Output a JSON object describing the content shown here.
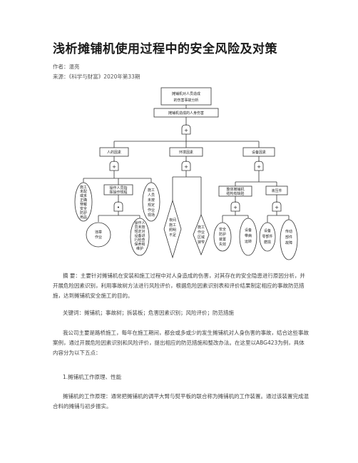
{
  "title": "浅析摊铺机使用过程中的安全风险及对策",
  "author": "作者：温亮",
  "source": "来源：《科学与财富》2020年第33期",
  "diagram": {
    "top_box": [
      "摊铺机对人员造成",
      "的伤害事故分析"
    ],
    "top_event": "摊铺机造成的人身伤害",
    "factors": {
      "human": "人的因素",
      "environment": "环境因素",
      "equipment": "设备因素"
    },
    "human_events": {
      "c1": [
        "施工",
        "未配",
        "或未",
        "正确",
        "穿戴",
        "安全",
        "防护",
        "用品"
      ],
      "box": [
        "操作人员指",
        "挥操作规程"
      ],
      "c2": [
        "施工",
        "人员",
        "未按",
        "规定",
        "作业",
        "现场"
      ],
      "c3": [
        "违章",
        "作业"
      ],
      "c4": [
        "操作人",
        "员未按",
        "规定对",
        "设备进",
        "行检查",
        "保养和",
        "维护"
      ]
    },
    "env_events": {
      "d1": [
        "夜间",
        "施工",
        "照明",
        "不足"
      ],
      "d2": [
        "施工",
        "作业",
        "区域",
        "狭窄"
      ]
    },
    "equip_events": {
      "box1": [
        "整体摊铺机",
        "结构有缺陷"
      ],
      "box2": [
        "液压件"
      ],
      "c1": [
        "安全",
        "防护",
        "装置",
        "失效"
      ],
      "c2": [
        "设备",
        "带病",
        "运转"
      ],
      "c3": [
        "设备",
        "零部件",
        "磨损"
      ],
      "c4": [
        "传动",
        "部件",
        "故障"
      ]
    }
  },
  "abstract": "摘 要：主要针对摊铺机在安装和施工过程中对人身造成的伤害，对其存在的安全隐患进行原因分析，并开展危险因素识别，利用事故树方法进行风险评价，根据危险因素识别表和评价结果制定相应的事故防范措施，达到摊铺机安全施工的目的。",
  "keywords": "关键词：摊铺机；事故树；拆装板；危害因素识别；风险评价；防范措施",
  "intro": "我公司主要是路桥施工，每年在施工期间，都会或多或少的发生摊铺机对人身伤害的事故，结合这些事故案例，通过开展危险因素识别和风险评价，提出相应的防范措施和整改办法。在这里以ABG423为例，具体内容分为以下五点：",
  "section_heading": "1.摊铺机工作原理、性能",
  "principle": "摊铺机的工作原理：通常把摊铺机的调平大臂与熨平板的联合称为摊铺机的工作装置。通过该装置完成混合料的摊铺与初步振实。"
}
